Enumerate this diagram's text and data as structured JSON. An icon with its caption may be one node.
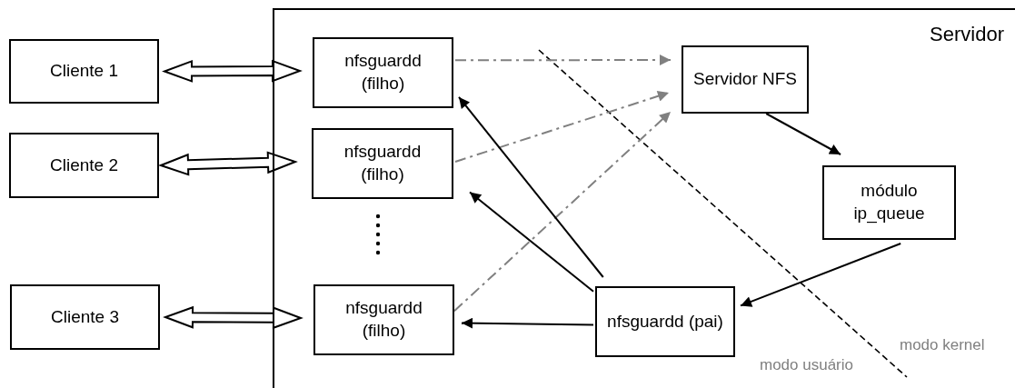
{
  "diagram": {
    "nodes": [
      {
        "text": [
          "Servidor"
        ]
      },
      {
        "text": [
          "Cliente 1"
        ]
      },
      {
        "text": [
          "Cliente 2"
        ]
      },
      {
        "text": [
          "Cliente 3"
        ]
      },
      {
        "text": [
          "nfsguardd (filho)"
        ],
        "in": 0
      },
      {
        "text": [
          "nfsguardd (filho)"
        ],
        "in": 0
      },
      {
        "text": [
          "nfsguardd (filho)"
        ],
        "in": 0
      },
      {
        "text": [
          "Servidor NFS"
        ],
        "in": 0
      },
      {
        "text": [
          "módulo ip_queue"
        ],
        "in": 0
      },
      {
        "text": [
          "nfsguardd (pai)"
        ],
        "in": 0
      }
    ],
    "edges": [
      {
        "from": 1,
        "to": 4,
        "arrow": "both",
        "style": "thick"
      },
      {
        "from": 2,
        "to": 5,
        "arrow": "both",
        "style": "thick"
      },
      {
        "from": 3,
        "to": 6,
        "arrow": "both",
        "style": "thick"
      },
      {
        "from": 4,
        "to": 7,
        "arrow": "to",
        "style": "dashed",
        "color": "#808080"
      },
      {
        "from": 5,
        "to": 7,
        "arrow": "to",
        "style": "dashed",
        "color": "#808080"
      },
      {
        "from": 6,
        "to": 7,
        "arrow": "to",
        "style": "dashed",
        "color": "#808080"
      },
      {
        "from": 7,
        "to": 8,
        "arrow": "to"
      },
      {
        "from": 8,
        "to": 9,
        "arrow": "to"
      },
      {
        "from": 9,
        "to": 4,
        "arrow": "to"
      },
      {
        "from": 9,
        "to": 5,
        "arrow": "to"
      },
      {
        "from": 9,
        "to": 6,
        "arrow": "to"
      }
    ],
    "labels": [
      "modo kernel",
      "modo usuário"
    ]
  }
}
